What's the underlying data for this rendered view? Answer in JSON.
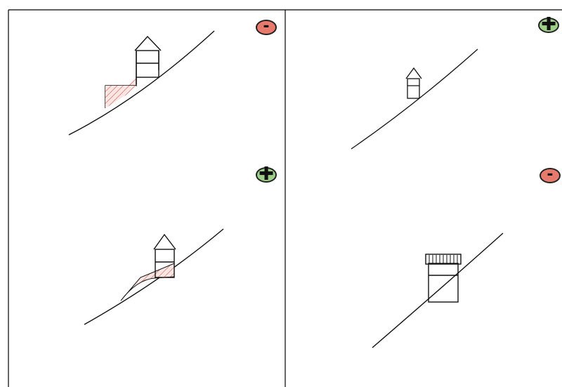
{
  "panels": [
    {
      "id": "top-left",
      "verdict": "minus",
      "symbol": "-",
      "color": "#e77a6c"
    },
    {
      "id": "bottom-left",
      "verdict": "plus",
      "symbol": "✚",
      "color": "#9fd08a"
    },
    {
      "id": "top-right",
      "verdict": "plus",
      "symbol": "✚",
      "color": "#9fd08a"
    },
    {
      "id": "bottom-right",
      "verdict": "minus",
      "symbol": "-",
      "color": "#e77a6c"
    }
  ]
}
